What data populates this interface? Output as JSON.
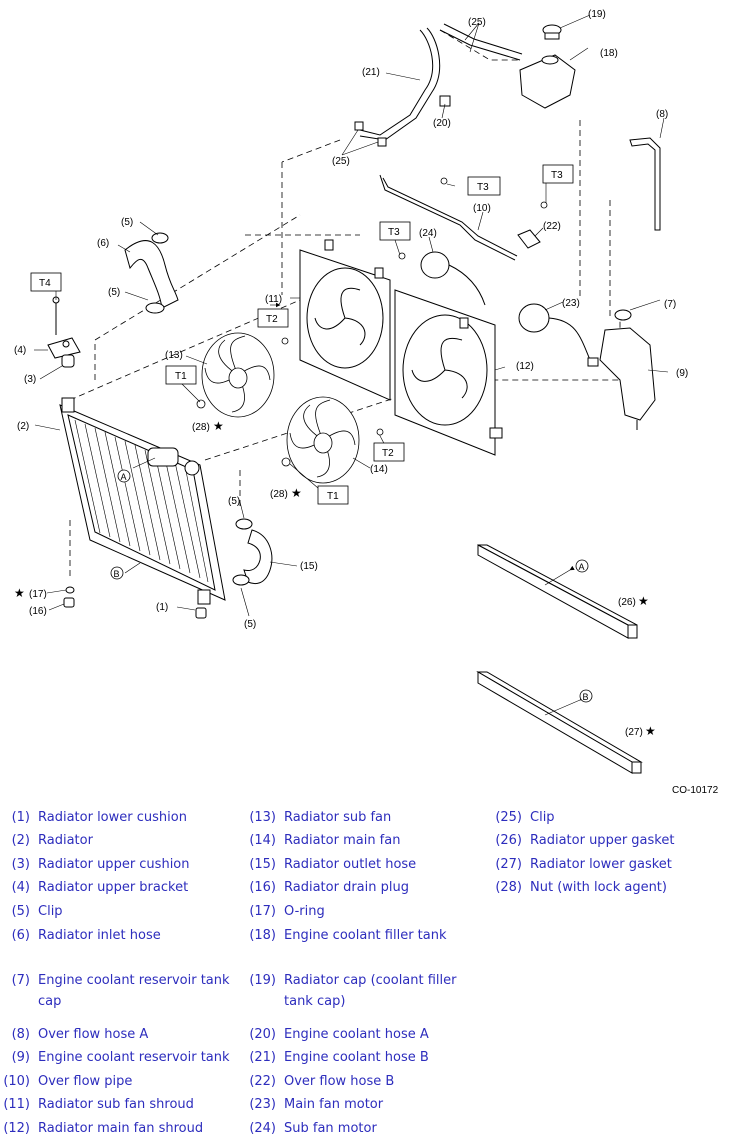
{
  "figure_code": "CO-10172",
  "callouts": {
    "n1": "(1)",
    "n2": "(2)",
    "n3": "(3)",
    "n4": "(4)",
    "n5": "(5)",
    "n6": "(6)",
    "n7": "(7)",
    "n8": "(8)",
    "n9": "(9)",
    "n10": "(10)",
    "n11": "(11)",
    "n12": "(12)",
    "n13": "(13)",
    "n14": "(14)",
    "n15": "(15)",
    "n16": "(16)",
    "n17": "(17)",
    "n18": "(18)",
    "n19": "(19)",
    "n20": "(20)",
    "n21": "(21)",
    "n22": "(22)",
    "n23": "(23)",
    "n24": "(24)",
    "n25": "(25)",
    "n26": "(26)",
    "n27": "(27)",
    "n28": "(28)"
  },
  "torque_tags": {
    "t1": "T1",
    "t2": "T2",
    "t3": "T3",
    "t4": "T4"
  },
  "markers": {
    "a": "A",
    "b": "B",
    "star": "★"
  },
  "legend": {
    "col1": [
      {
        "num": "(1)",
        "name": "Radiator lower cushion"
      },
      {
        "num": "(2)",
        "name": "Radiator"
      },
      {
        "num": "(3)",
        "name": "Radiator upper cushion"
      },
      {
        "num": "(4)",
        "name": "Radiator upper bracket"
      },
      {
        "num": "(5)",
        "name": "Clip"
      },
      {
        "num": "(6)",
        "name": "Radiator inlet hose"
      },
      {
        "num": "(7)",
        "name": "Engine coolant reservoir tank cap"
      },
      {
        "num": "(8)",
        "name": "Over flow hose A"
      },
      {
        "num": "(9)",
        "name": "Engine coolant reservoir tank"
      },
      {
        "num": "(10)",
        "name": "Over flow pipe"
      },
      {
        "num": "(11)",
        "name": "Radiator sub fan shroud"
      },
      {
        "num": "(12)",
        "name": "Radiator main fan shroud"
      }
    ],
    "col2": [
      {
        "num": "(13)",
        "name": "Radiator sub fan"
      },
      {
        "num": "(14)",
        "name": "Radiator main fan"
      },
      {
        "num": "(15)",
        "name": "Radiator outlet hose"
      },
      {
        "num": "(16)",
        "name": "Radiator drain plug"
      },
      {
        "num": "(17)",
        "name": "O-ring"
      },
      {
        "num": "(18)",
        "name": "Engine coolant filler tank"
      },
      {
        "num": "(19)",
        "name": "Radiator cap (coolant filler tank cap)"
      },
      {
        "num": "(20)",
        "name": "Engine coolant hose A"
      },
      {
        "num": "(21)",
        "name": "Engine coolant hose B"
      },
      {
        "num": "(22)",
        "name": "Over flow hose B"
      },
      {
        "num": "(23)",
        "name": "Main fan motor"
      },
      {
        "num": "(24)",
        "name": "Sub fan motor"
      }
    ],
    "col3": [
      {
        "num": "(25)",
        "name": "Clip"
      },
      {
        "num": "(26)",
        "name": "Radiator upper gasket"
      },
      {
        "num": "(27)",
        "name": "Radiator lower gasket"
      },
      {
        "num": "(28)",
        "name": "Nut (with lock agent)"
      }
    ]
  }
}
